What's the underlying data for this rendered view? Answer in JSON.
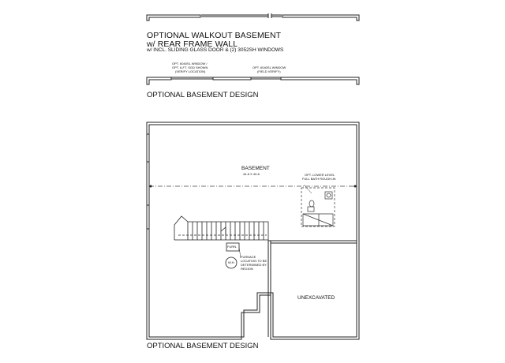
{
  "walkout": {
    "title_line1": "OPTIONAL WALKOUT BASEMENT",
    "title_line2": "w/ REAR FRAME WALL",
    "note": "w/ INCL. SLIDING GLASS DOOR & (2) 3052SH WINDOWS",
    "window_note_1": "OPT. 6040SL WINDOW /",
    "window_note_2": "OPT. 6-FT. SGD SHOWN",
    "window_note_3": "(VERIFY LOCATION)",
    "window_note_4": "OPT. 6040SL WINDOW",
    "window_note_5": "(FIELD VERIFY)",
    "label": "OPTIONAL BASEMENT DESIGN"
  },
  "plan": {
    "room_name": "BASEMENT",
    "room_dims": "44-8 X 40-6",
    "bath_note_1": "OPT. LOWER LEVEL",
    "bath_note_2": "FULL BATH ROUGH-IN",
    "furnace_label": "FURN.",
    "furnace_note_1": "FURNACE",
    "furnace_note_2": "LOCATION TO BE",
    "furnace_note_3": "DETERMINED BY",
    "furnace_note_4": "REGION",
    "wh_label": "W.H.",
    "unexcavated": "UNEXCAVATED",
    "label": "OPTIONAL BASEMENT DESIGN"
  }
}
